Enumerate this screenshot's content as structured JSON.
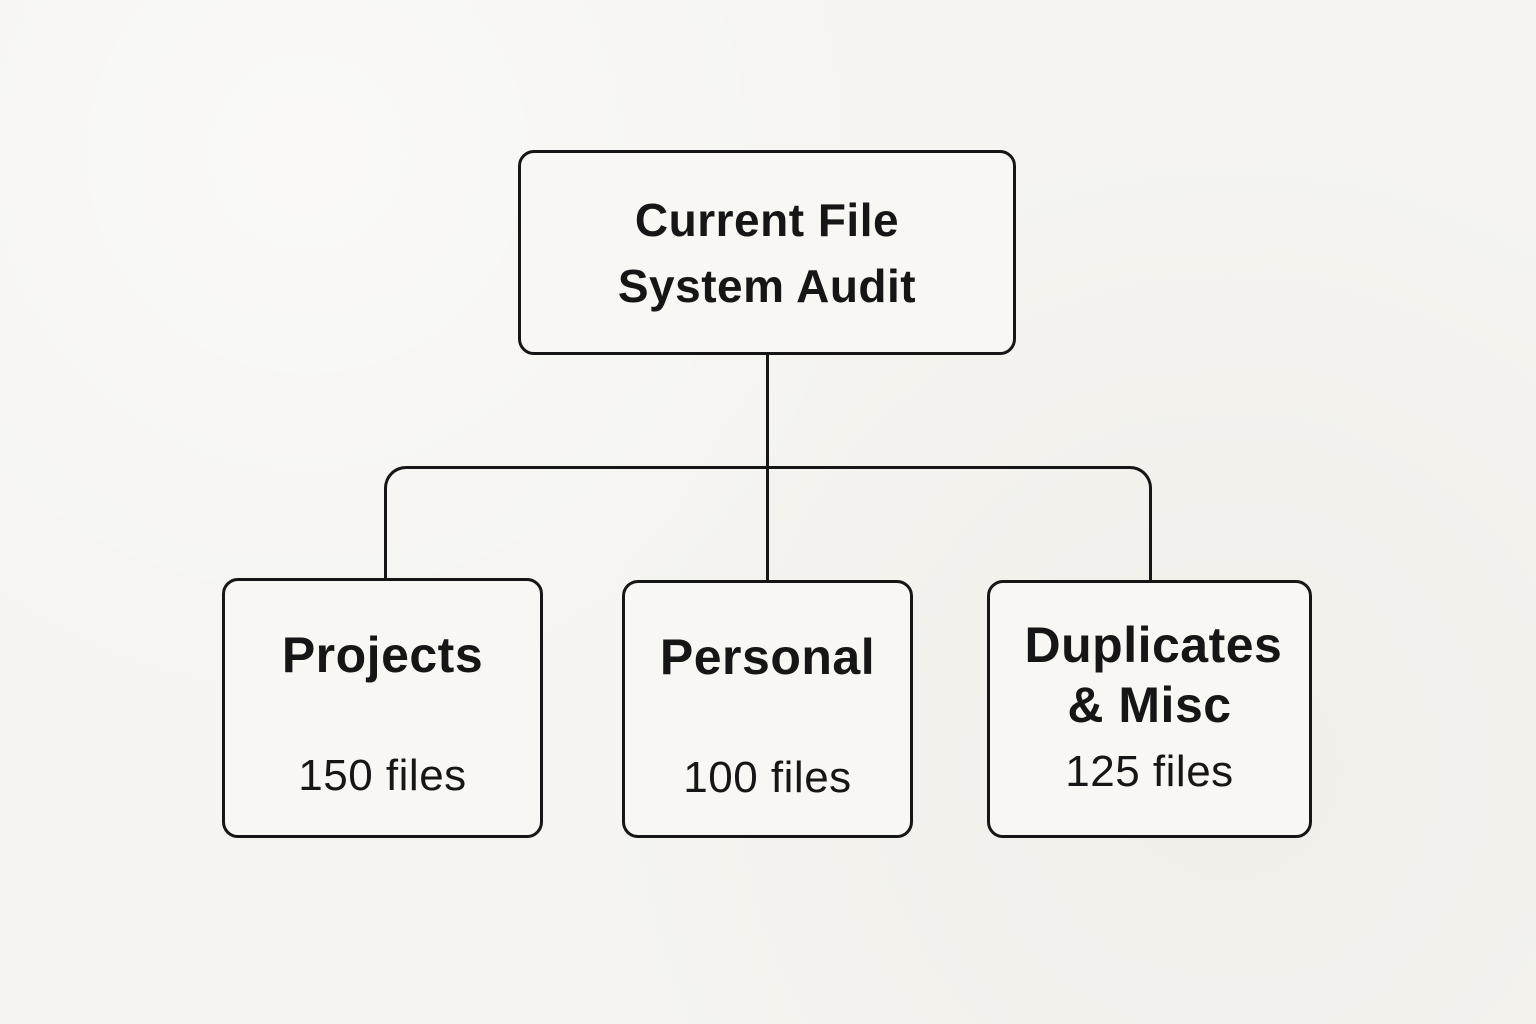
{
  "diagram": {
    "title": "Current File System Audit",
    "root": {
      "label": "Current File System Audit"
    },
    "children": [
      {
        "label": "Projects",
        "count": "150 files"
      },
      {
        "label": "Personal",
        "count": "100 files"
      },
      {
        "label": "Duplicates & Misc",
        "count": "125 files"
      }
    ],
    "colors": {
      "background": "#f5f4f0",
      "node_fill": "#f8f7f3",
      "stroke": "#161616",
      "text": "#161616"
    }
  }
}
